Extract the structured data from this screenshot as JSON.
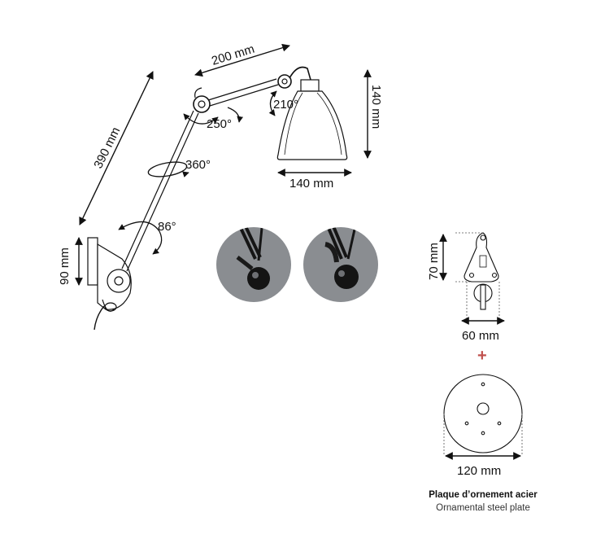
{
  "dimensions": {
    "arm_upper": "200 mm",
    "arm_total": "390 mm",
    "shade_height": "140 mm",
    "shade_width": "140 mm",
    "base_height": "90 mm",
    "bracket_height": "70 mm",
    "bracket_width": "60 mm",
    "plate_diameter": "120 mm"
  },
  "angles": {
    "shade_joint": "210°",
    "elbow_joint": "250°",
    "arm_rotation": "360°",
    "base_joint": "86°"
  },
  "accessory": {
    "plus_sign": "+",
    "caption_fr": "Plaque d’ornement acier",
    "caption_en": "Ornamental steel plate"
  },
  "colors": {
    "line": "#111111",
    "detail_photo_bg": "#8a8d91",
    "plus_sign": "#c0504d",
    "dim_guide": "#555555"
  }
}
